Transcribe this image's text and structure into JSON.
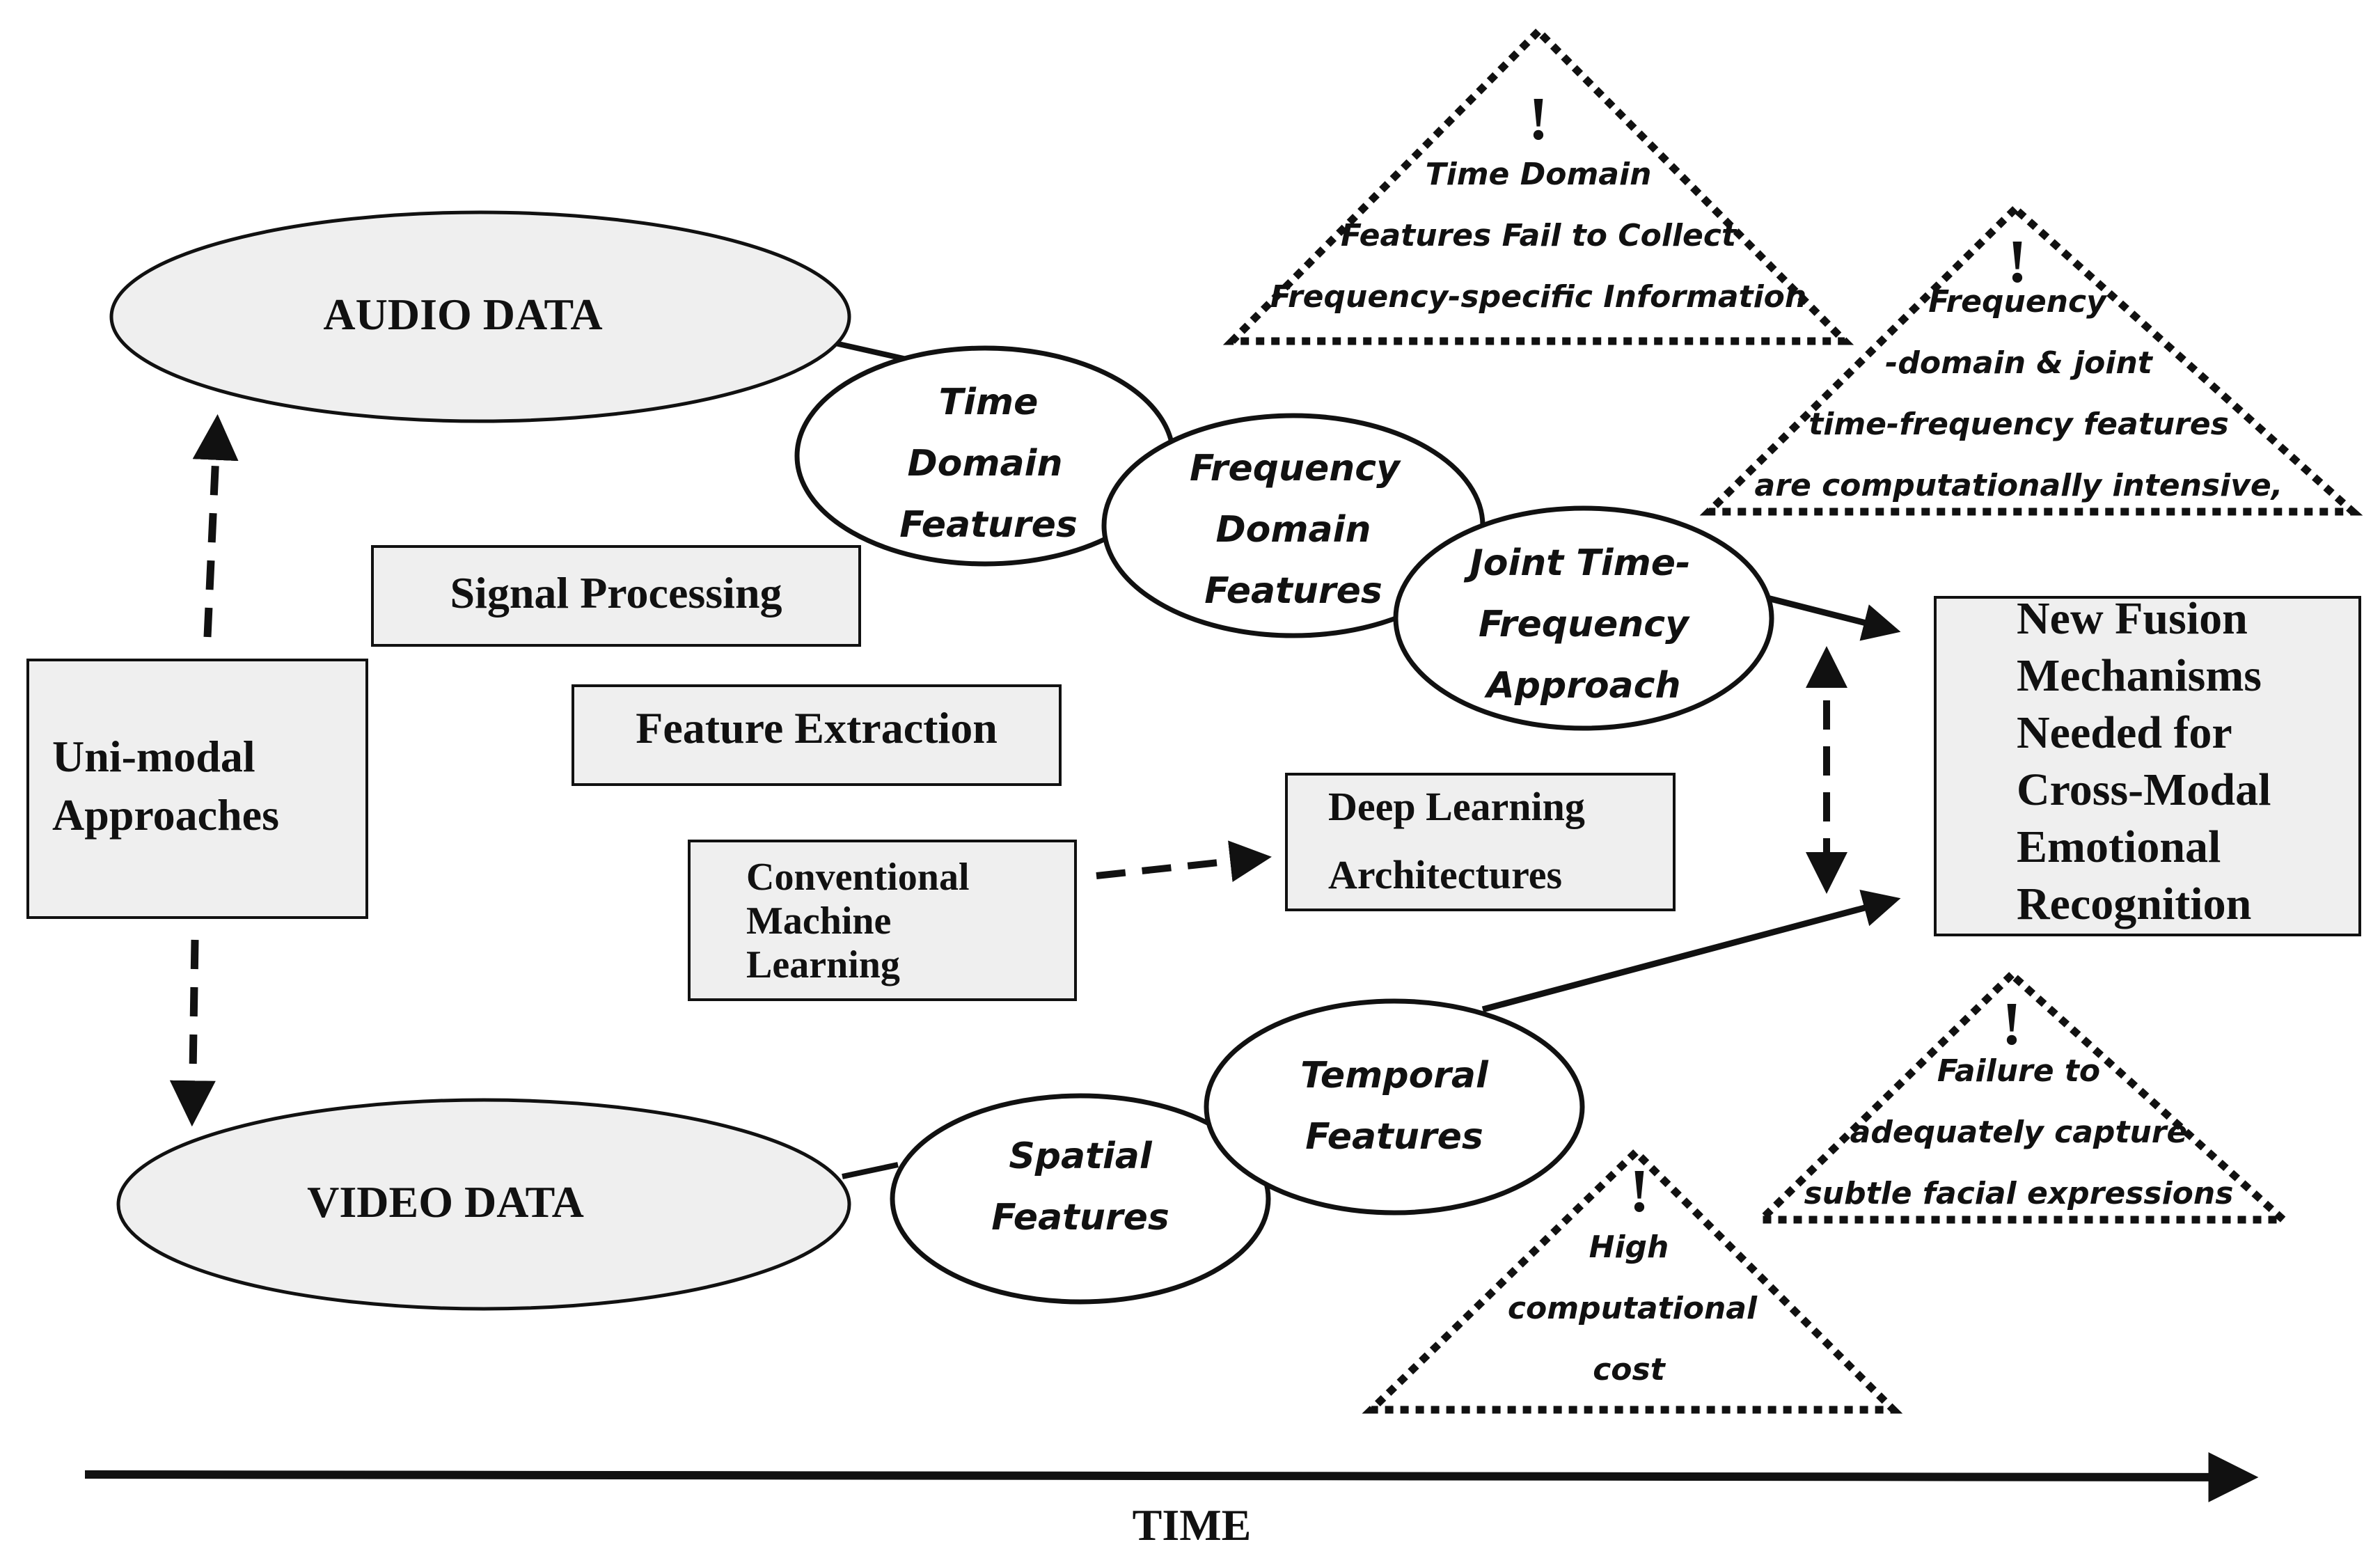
{
  "data_sources": {
    "audio": "AUDIO DATA",
    "video": "VIDEO DATA"
  },
  "approach_box": [
    "Uni-modal",
    "Approaches"
  ],
  "method_boxes": {
    "signal_processing": "Signal Processing",
    "feature_extraction": "Feature Extraction",
    "conventional_ml": [
      "Conventional",
      "Machine",
      "Learning"
    ],
    "deep_learning": [
      "Deep Learning",
      "Architectures"
    ]
  },
  "audio_features": {
    "time_domain": [
      "Time",
      "Domain",
      "Features"
    ],
    "frequency_domain": [
      "Frequency",
      "Domain",
      "Features"
    ],
    "joint_time_frequency": [
      "Joint Time-",
      "Frequency",
      "Approach"
    ]
  },
  "video_features": {
    "spatial": [
      "Spatial",
      "Features"
    ],
    "temporal": [
      "Temporal",
      "Features"
    ]
  },
  "outcome_box": [
    "New Fusion",
    "Mechanisms",
    "Needed for",
    "Cross-Modal",
    "Emotional",
    "Recognition"
  ],
  "warnings": {
    "time_domain_limit": [
      "Time Domain",
      "Features Fail to Collect",
      "Frequency-specific Information"
    ],
    "frequency_limit": [
      "Frequency",
      "-domain & joint",
      "time-frequency features",
      "are computationally intensive,"
    ],
    "facial_limit": [
      "Failure to",
      "adequately capture",
      "subtle facial expressions"
    ],
    "cost_limit": [
      "High",
      "computational",
      "cost"
    ],
    "symbol": "!"
  },
  "axis_label": "TIME",
  "colors": {
    "box_fill": "#efefef",
    "stroke": "#111111",
    "background": "#ffffff"
  }
}
